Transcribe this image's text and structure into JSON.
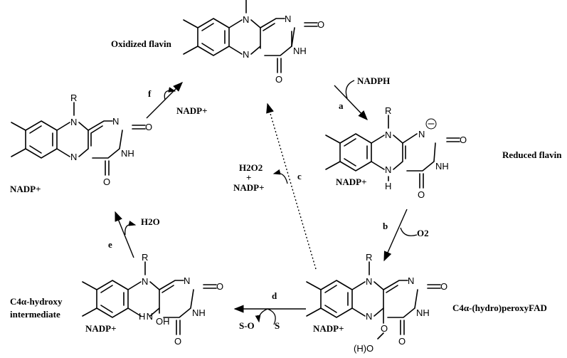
{
  "labels": {
    "oxidized": "Oxidized flavin",
    "reduced": "Reduced flavin",
    "peroxy": "C4α-(hydro)peroxyFAD",
    "hydroxy_line1": "C4α-hydroxy",
    "hydroxy_line2": "intermediate"
  },
  "steps": {
    "a": "a",
    "b": "b",
    "c": "c",
    "d": "d",
    "e": "e",
    "f": "f"
  },
  "reagents": {
    "nadph": "NADPH",
    "nadp_plus": "NADP+",
    "o2": "O2",
    "h2o2": "H2O2",
    "plus": "+",
    "s": "S",
    "so": "S-O",
    "h2o": "H2O"
  },
  "atoms": {
    "r": "R",
    "n": "N",
    "nh": "NH",
    "o": "O",
    "h": "H",
    "oh": "OH",
    "hoo": "(H)O",
    "o_small": "O"
  }
}
